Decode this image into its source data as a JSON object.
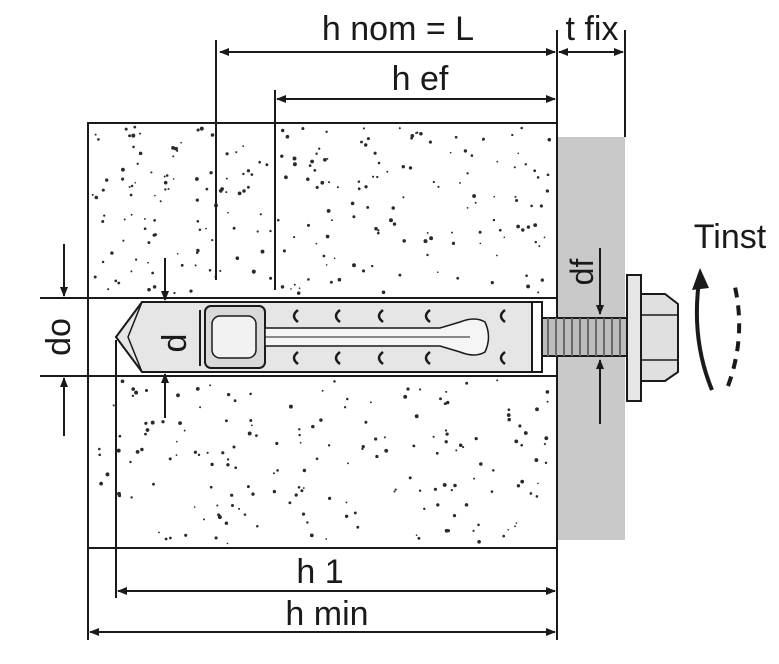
{
  "labels": {
    "h_nom": "h nom = L",
    "t_fix": "t fix",
    "h_ef": "h ef",
    "tinst": "Tinst",
    "df": "df",
    "do": "do",
    "d": "d",
    "h1": "h 1",
    "h_min": "h min"
  },
  "colors": {
    "line": "#1a1a1a",
    "fixture": "#c9c9c9",
    "concrete": "#ffffff",
    "anchor": "#e3e3e3"
  }
}
